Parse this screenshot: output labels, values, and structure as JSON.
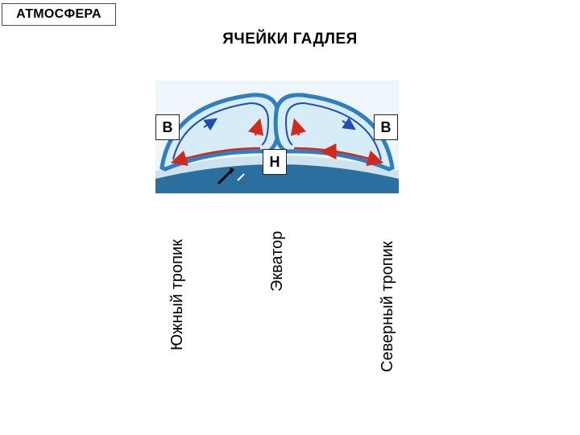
{
  "header": {
    "tag": "АТМОСФЕРА",
    "title": "ЯЧЕЙКИ ГАДЛЕЯ"
  },
  "diagram": {
    "high_left": "В",
    "high_right": "В",
    "low_center": "Н",
    "colors": {
      "cell_fill": "#d6ecf7",
      "cell_outline": "#2f7fc0",
      "upper_flow": "#1f4fb3",
      "lower_flow": "#d12a1a",
      "ocean": "#2a6f9e"
    }
  },
  "labels": {
    "south_tropic": "Южный тропик",
    "equator": "Экватор",
    "north_tropic": "Северный тропик"
  }
}
